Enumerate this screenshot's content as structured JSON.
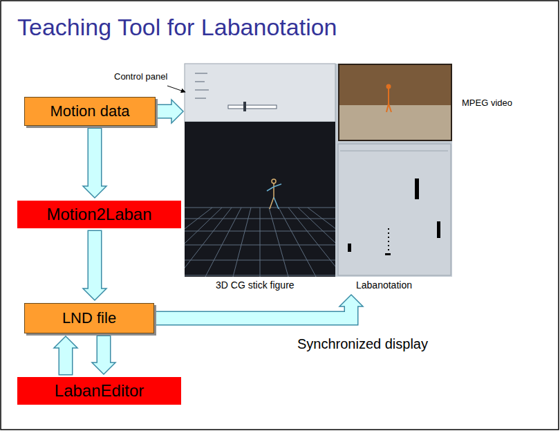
{
  "diagram": {
    "title": "Teaching Tool for Labanotation",
    "nodes": [
      {
        "text": [
          "Motion data"
        ]
      },
      {
        "text": [
          "Motion2Laban"
        ]
      },
      {
        "text": [
          "LND file"
        ]
      },
      {
        "text": [
          "LabanEditor"
        ]
      },
      {
        "text": [
          "3D CG stick figure"
        ]
      },
      {
        "text": [
          "Labanotation"
        ]
      }
    ],
    "edges": [
      {
        "from": 0,
        "to": 1,
        "arrow": "to"
      },
      {
        "from": 1,
        "to": 2,
        "arrow": "to"
      },
      {
        "from": 2,
        "to": 3,
        "arrow": "to"
      },
      {
        "from": 3,
        "to": 2,
        "arrow": "to"
      },
      {
        "from": 0,
        "to": 4,
        "arrow": "to"
      },
      {
        "from": 2,
        "to": 5,
        "arrow": "to"
      }
    ],
    "labels": [
      "Control panel",
      "MPEG video",
      "Synchronized display"
    ]
  }
}
